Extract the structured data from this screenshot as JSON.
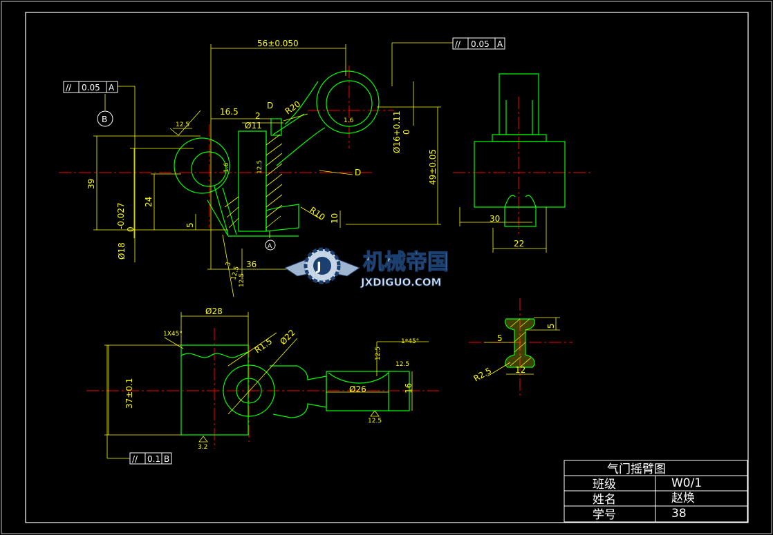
{
  "drawing": {
    "front_view_dims": {
      "top_length": "56±0.050",
      "offset": "16.5",
      "gap": "2",
      "bore_small": "Ø11",
      "radius_top": "R20",
      "section_label_top": "D",
      "section_label_right": "D",
      "height_left": "39",
      "height_mid": "24",
      "height_small": "5",
      "bore_left": "Ø18",
      "bore_left_tol_upper": "-0.027",
      "bore_left_tol_lower": "0",
      "bore_right": "Ø16+0.11",
      "bore_right_tol_lower": "0",
      "height_right": "49±0.05",
      "radius_bottom": "R10",
      "height_10": "10",
      "length_36": "36",
      "rough_12_5_a": "12.5",
      "rough_1_6_a": "1.6",
      "rough_1_6_b": "1.6",
      "rough_12_5_b": "12.5",
      "rough_12_5_c": "12.5",
      "rough_12_5_d": "12.5",
      "rough_3": "3"
    },
    "tolerances": {
      "parallel_top_right": {
        "symbol": "//",
        "value": "0.05",
        "datum": "A"
      },
      "parallel_top_left": {
        "symbol": "//",
        "value": "0.05",
        "datum": "A"
      },
      "parallel_bottom": {
        "symbol": "//",
        "value": "0.1",
        "datum": "B"
      }
    },
    "datums": {
      "b": "B",
      "a": "A"
    },
    "side_view_dims": {
      "width_30": "30",
      "width_22": "22"
    },
    "top_view_dims": {
      "diameter_28": "Ø28",
      "chamfer_left": "1X45°",
      "radius_1_5": "R1.5",
      "diameter_22": "Ø22",
      "chamfer_right": "1*45°",
      "height_37": "37±0.1",
      "diameter_26": "Ø26",
      "height_16": "16",
      "rough_12_5_e": "12.5",
      "rough_12_5_f": "12.5",
      "rough_12_5_g": "12.5",
      "rough_3_2": "3.2"
    },
    "section_dims": {
      "dim_5_top": "5",
      "dim_5_left": "5",
      "radius_2_5": "R2.5",
      "width_12": "12"
    }
  },
  "watermark": {
    "cn": "机械帝国",
    "en": "JXDIGUO.COM"
  },
  "title_block": {
    "title": "气门摇臂图",
    "rows": [
      {
        "label": "班级",
        "value": "W0/1"
      },
      {
        "label": "姓名",
        "value": "赵焕"
      },
      {
        "label": "学号",
        "value": "38"
      }
    ]
  },
  "colors": {
    "background": "#000000",
    "outline": "#00ff00",
    "dimension": "#ffff00",
    "center_line": "#ff0000",
    "border": "#ffffff",
    "hatch": "#ffff00",
    "watermark_blue": "#1b3f6e"
  }
}
